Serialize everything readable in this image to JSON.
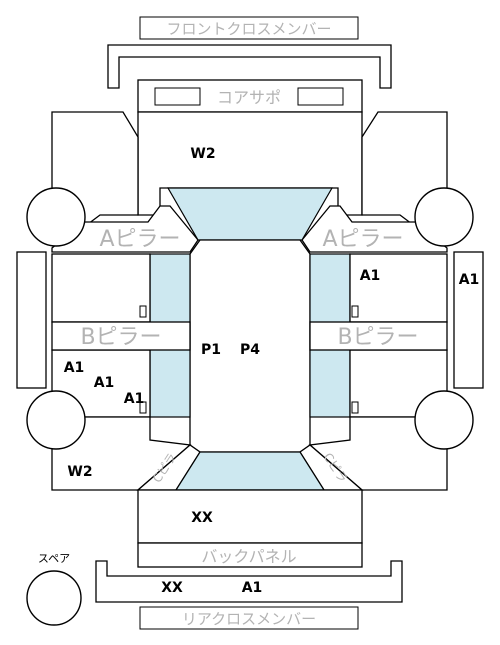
{
  "labels": {
    "front_cross_member": "フロントクロスメンバー",
    "core_support": "コアサポ",
    "a_pillar": "Aピラー",
    "b_pillar": "Bピラー",
    "c_pillar": "Cピラ",
    "back_panel": "バックパネル",
    "rear_cross_member": "リアクロスメンバー",
    "spare": "スペア"
  },
  "codes": {
    "hood": "W2",
    "fender_right": "A1",
    "side_right": "A1",
    "roof_left": "P1",
    "roof_right": "P4",
    "rear_door_1": "A1",
    "rear_door_2": "A1",
    "rear_door_3": "A1",
    "quarter_left": "W2",
    "trunk": "XX",
    "rear_member_1": "XX",
    "rear_member_2": "A1"
  },
  "colors": {
    "glass": "#cde8f0",
    "label_gray": "#b3b3b3",
    "outline": "#000000"
  }
}
